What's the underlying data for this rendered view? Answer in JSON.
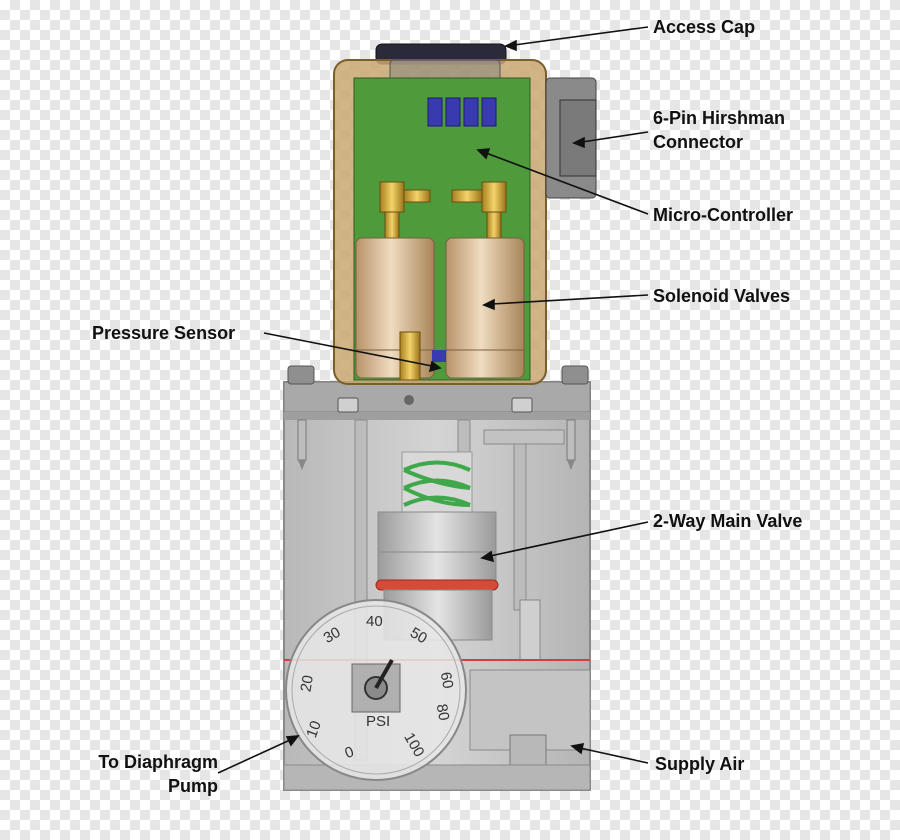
{
  "labels": {
    "access_cap": "Access Cap",
    "hirshman_line1": "6-Pin Hirshman",
    "hirshman_line2": "Connector",
    "micro_controller": "Micro-Controller",
    "solenoid_valves": "Solenoid Valves",
    "pressure_sensor": "Pressure Sensor",
    "main_valve": "2-Way Main Valve",
    "diaphragm_line1": "To Diaphragm",
    "diaphragm_line2": "Pump",
    "supply_air": "Supply Air"
  },
  "gauge": {
    "unit": "PSI",
    "ticks": [
      "0",
      "10",
      "20",
      "30",
      "40",
      "50",
      "60",
      "80",
      "100"
    ]
  },
  "colors": {
    "housing": "#c9a871",
    "pcb": "#4f9a3a",
    "body": "#c8c8c8",
    "spring": "#4aa84a",
    "oring": "#d64a3a",
    "chip": "#3a3ab0"
  }
}
